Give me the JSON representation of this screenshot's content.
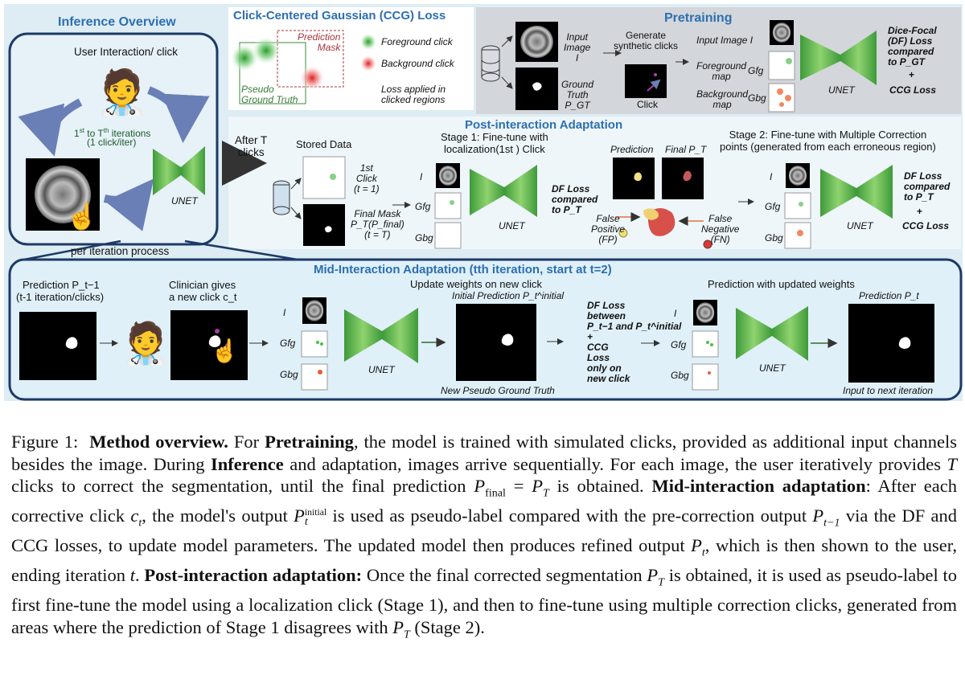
{
  "inference": {
    "title": "Inference Overview",
    "user_interaction": "User Interaction/ click",
    "iterations": "1st to Tth iterations",
    "one_click": "(1 click/iter)",
    "unet": "UNET",
    "per_iteration": "per iteration process"
  },
  "ccg": {
    "title": "Click-Centered Gaussian (CCG) Loss",
    "prediction_mask": "Prediction\nMask",
    "pseudo_gt": "Pseudo\nGround Truth",
    "fg_click": "Foreground click",
    "bg_click": "Background click",
    "loss_applied": "Loss applied in\nclicked regions"
  },
  "pretraining": {
    "title": "Pretraining",
    "input_image": "Input\nImage\nI",
    "ground_truth": "Ground\nTruth\nP_GT",
    "generate": "Generate\nsynthetic clicks",
    "click": "Click",
    "input_image_i": "Input Image  I",
    "fg_map": "Foreground\nmap",
    "bg_map": "Background\nmap",
    "gfg": "Gfg",
    "gbg": "Gbg",
    "unet": "UNET",
    "df_loss": "Dice-Focal\n(DF) Loss\ncompared\nto P_GT",
    "plus": "+",
    "ccg_loss": "CCG Loss"
  },
  "after_t": "After T\nclicks",
  "post": {
    "title": "Post-interaction Adaptation",
    "stored_data": "Stored Data",
    "first_click": "1st\nClick\n(t = 1)",
    "final_mask": "Final Mask\nP_T(P_final)\n(t = T)",
    "stage1": "Stage 1: Fine-tune with\nlocalization(1st ) Click",
    "i": "I",
    "gfg": "Gfg",
    "gbg": "Gbg",
    "unet": "UNET",
    "df_loss": "DF Loss\ncompared\nto P_T",
    "prediction": "Prediction",
    "final_pt": "Final P_T",
    "false_positive": "False\nPositive\n(FP)",
    "false_negative": "False\nNegative\n(FN)",
    "stage2": "Stage 2: Fine-tune with Multiple Correction\npoints (generated from each erroneous region)",
    "df_loss2": "DF Loss\ncompared\nto P_T",
    "plus": "+",
    "ccg_loss": "CCG Loss"
  },
  "mid": {
    "title": "Mid-Interaction Adaptation  (tth iteration, start at t=2)",
    "prediction_prev": "Prediction  P_t−1",
    "prev_iter": "(t-1 iteration/clicks)",
    "clinician": "Clinician gives\na new click c_t",
    "update_weights": "Update weights on new click",
    "initial_prediction": "Initial Prediction P_t^initial",
    "new_pseudo_gt": "New Pseudo Ground Truth",
    "i": "I",
    "gfg": "Gfg",
    "gbg": "Gbg",
    "unet": "UNET",
    "df_loss": "DF Loss\nbetween\nP_t−1 and P_t^initial\n+\nCCG\nLoss\nonly on\nnew click",
    "pred_updated": "Prediction with updated weights",
    "prediction_pt": "Prediction P_t",
    "input_next": "Input to next iteration"
  },
  "caption": {
    "figure": "Figure 1:",
    "method_overview": "Method overview.",
    "s1": "For",
    "pretraining": "Pretraining",
    "s2": ", the model is trained with simulated clicks, provided as additional input channels besides the image. During",
    "inference": "Inference",
    "s3": "and adaptation, images arrive sequentially. For each image, the user iteratively provides",
    "T": "T",
    "s4": "clicks to correct the segmentation, until the final prediction",
    "pfinal": "P",
    "pfinal_sub": "final",
    "eq": "=",
    "PT": "P",
    "PT_sub": "T",
    "s5": "is obtained.",
    "mid": "Mid-interaction adaptation",
    "s6": ": After each corrective click",
    "ct": "c",
    "ct_sub": "t",
    "s7": ", the model's output",
    "pinit": "P",
    "pinit_sub": "t",
    "pinit_sup": "initial",
    "s8": "is used as pseudo-label compared with the pre-correction output",
    "ptm1": "P",
    "ptm1_sub": "t−1",
    "s9": "via the DF and CCG losses, to update model parameters. The updated model then produces refined output",
    "pt": "P",
    "pt_sub": "t",
    "s10": ", which is then shown to the user, ending iteration",
    "t": "t",
    "s11": ".",
    "post": "Post-interaction adaptation:",
    "s12": "Once the final corrected segmentation",
    "s13": "is obtained, it is used as pseudo-label to first fine-tune the model using a localization click (Stage 1), and then to fine-tune using multiple correction clicks, generated from areas where the prediction of Stage 1 disagrees with",
    "s14": "(Stage 2)."
  },
  "colors": {
    "panel_bg": "#deedf4",
    "panel_border": "#1d3a66",
    "title_blue": "#2d6fb1",
    "unet_green": "#5bb347",
    "pretrain_bg": "#d3d6da"
  }
}
